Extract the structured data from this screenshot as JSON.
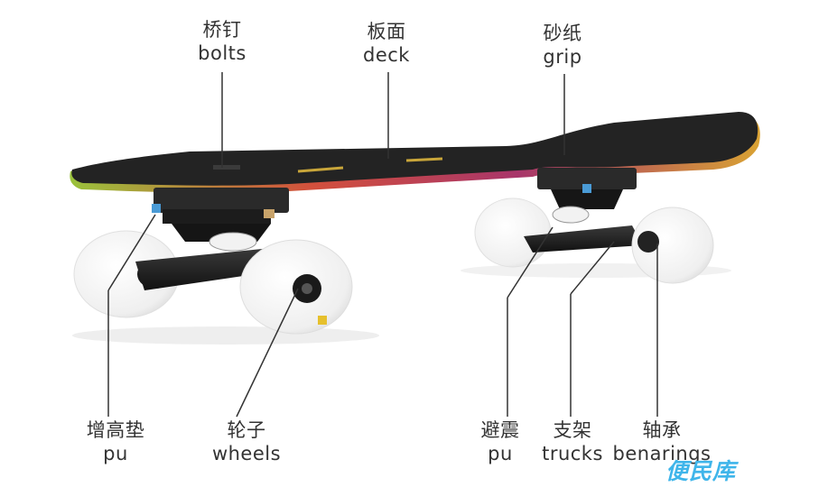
{
  "colors": {
    "deck": "#222222",
    "deck_edge": "#c23a4a",
    "wheel": "#f4f4f4",
    "truck": "#1d1d1d",
    "leader_line": "#333333",
    "label_text": "#333333",
    "watermark": "#3fb5ea"
  },
  "labels": {
    "bolts": {
      "zh": "桥钉",
      "en": "bolts"
    },
    "deck": {
      "zh": "板面",
      "en": "deck"
    },
    "grip": {
      "zh": "砂纸",
      "en": "grip"
    },
    "riser": {
      "zh": "增高垫",
      "en": "pu"
    },
    "wheels": {
      "zh": "轮子",
      "en": "wheels"
    },
    "bushing": {
      "zh": "避震",
      "en": "pu"
    },
    "trucks": {
      "zh": "支架",
      "en": "trucks"
    },
    "bearings": {
      "zh": "轴承",
      "en": "benarings"
    }
  },
  "watermark": "便民库"
}
